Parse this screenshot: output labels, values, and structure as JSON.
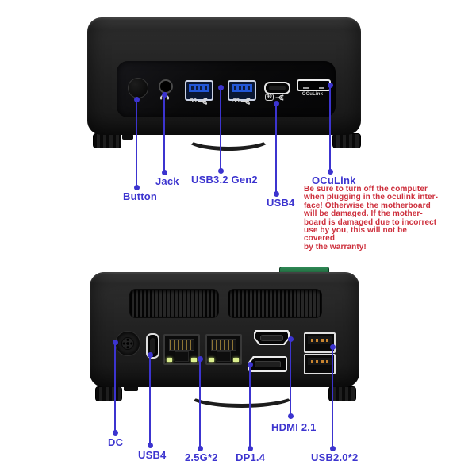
{
  "front_view": {
    "callouts": [
      {
        "label": "Button"
      },
      {
        "label": "Jack"
      },
      {
        "label": "USB3.2 Gen2"
      },
      {
        "label": "USB4"
      },
      {
        "label": "OCuLink"
      }
    ],
    "port_glyphs": {
      "usb_ss": "SS",
      "usb4_speed": "40",
      "oculink_port": "OCuLink"
    },
    "warning": {
      "lines": [
        "Be sure to turn off the computer",
        "when plugging in the oculink inter-",
        "face! Otherwise the motherboard",
        "will be damaged. If the mother-",
        "board is damaged due to incorrect",
        "use by you, this will not be covered",
        "by the warranty!"
      ]
    }
  },
  "rear_view": {
    "callouts": [
      {
        "label": "DC"
      },
      {
        "label": "USB4"
      },
      {
        "label": "2.5G*2"
      },
      {
        "label": "DP1.4"
      },
      {
        "label": "HDMI 2.1"
      },
      {
        "label": "USB2.0*2"
      }
    ]
  },
  "colors": {
    "callout_blue": "#3c34cf",
    "warning_red": "#cd2f3c",
    "usb3_blue": "#2257d6",
    "usb2_orange": "#c8842f",
    "lan_led_green": "#dcef8e",
    "pcb_green": "#1d6038"
  }
}
